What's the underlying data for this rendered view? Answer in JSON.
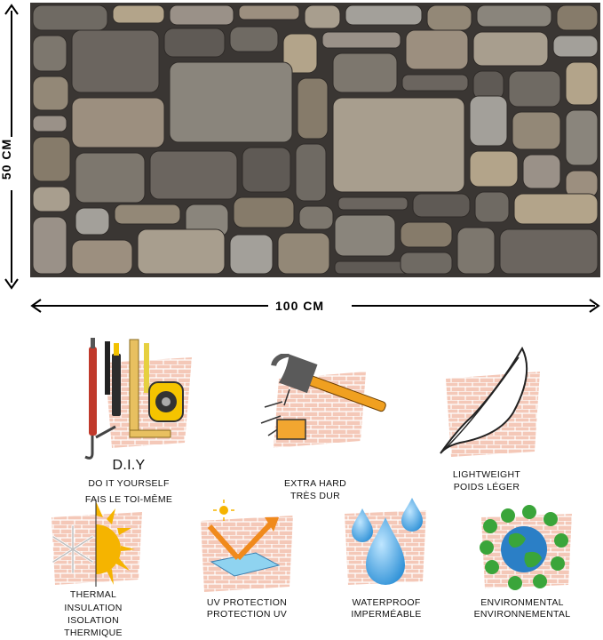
{
  "dimensions": {
    "height_label": "50 CM",
    "width_label": "100 CM"
  },
  "stone_panel": {
    "palette": [
      "#6f6a63",
      "#8a857c",
      "#9a9188",
      "#7d776e",
      "#a89e8e",
      "#5f5a55",
      "#938877",
      "#b3a48a",
      "#867b6a",
      "#9c8f7f",
      "#6b655f",
      "#a3a09a"
    ],
    "mortar_color": "#3a3633"
  },
  "features": {
    "diy": {
      "title": "D.I.Y",
      "line1": "DO IT YOURSELF",
      "line2": "FAIS LE TOI-MÊME"
    },
    "hard": {
      "line1": "EXTRA HARD",
      "line2": "TRÈS DUR"
    },
    "light": {
      "line1": "LIGHTWEIGHT",
      "line2": "POIDS LÉGER"
    },
    "thermal": {
      "line1": "THERMAL",
      "line2": "INSULATION",
      "line3": "ISOLATION",
      "line4": "THERMIQUE"
    },
    "uv": {
      "line1": "UV PROTECTION",
      "line2": "PROTECTION UV"
    },
    "water": {
      "line1": "WATERPROOF",
      "line2": "IMPERMÉABLE"
    },
    "env": {
      "line1": "ENVIRONMENTAL",
      "line2": "ENVIRONNEMENTAL"
    }
  },
  "colors": {
    "brick_tile": "#f4c8b8",
    "brick_mortar": "#ffffff",
    "water_drop": "#2b8fd6",
    "sun": "#f5b400",
    "hammer_handle": "#f0a020",
    "leaf_green": "#3aa53a",
    "arrow_orange": "#f08a1c"
  }
}
